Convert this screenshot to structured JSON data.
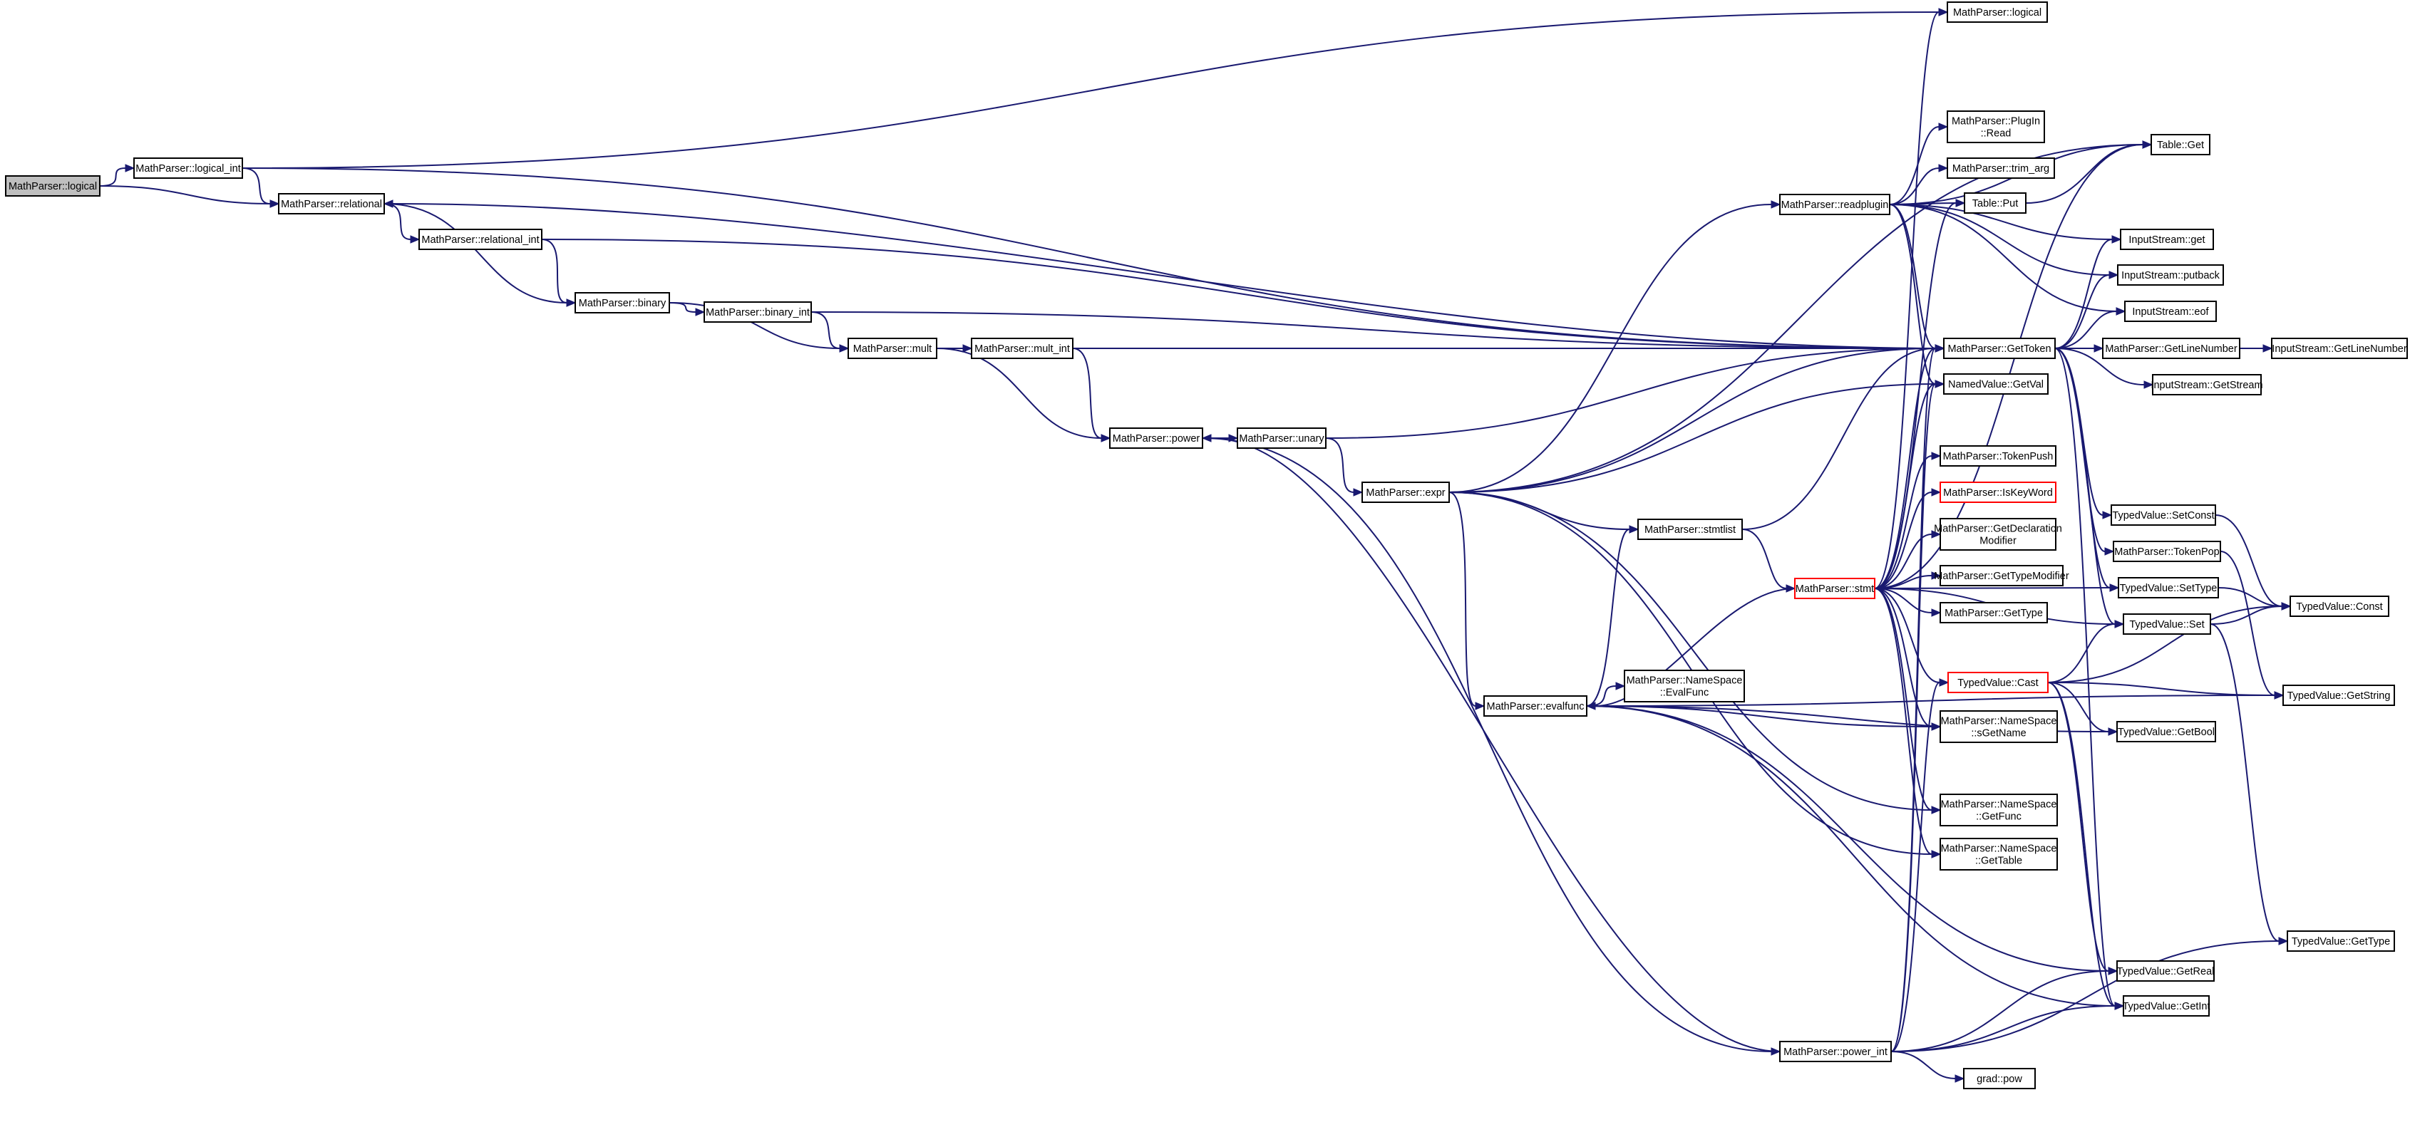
{
  "graph": {
    "nodes": [
      {
        "id": "logical_root",
        "lines": [
          "MathParser::logical"
        ],
        "kind": "root"
      },
      {
        "id": "logical_int",
        "lines": [
          "MathParser::logical_int"
        ]
      },
      {
        "id": "logical_top",
        "lines": [
          "MathParser::logical"
        ]
      },
      {
        "id": "relational",
        "lines": [
          "MathParser::relational"
        ]
      },
      {
        "id": "relational_int",
        "lines": [
          "MathParser::relational_int"
        ]
      },
      {
        "id": "binary",
        "lines": [
          "MathParser::binary"
        ]
      },
      {
        "id": "binary_int",
        "lines": [
          "MathParser::binary_int"
        ]
      },
      {
        "id": "mult",
        "lines": [
          "MathParser::mult"
        ]
      },
      {
        "id": "mult_int",
        "lines": [
          "MathParser::mult_int"
        ]
      },
      {
        "id": "power",
        "lines": [
          "MathParser::power"
        ]
      },
      {
        "id": "unary",
        "lines": [
          "MathParser::unary"
        ]
      },
      {
        "id": "expr",
        "lines": [
          "MathParser::expr"
        ]
      },
      {
        "id": "stmtlist",
        "lines": [
          "MathParser::stmtlist"
        ]
      },
      {
        "id": "evalfunc",
        "lines": [
          "MathParser::evalfunc"
        ]
      },
      {
        "id": "ns_evalfunc",
        "lines": [
          "MathParser::NameSpace",
          "::EvalFunc"
        ]
      },
      {
        "id": "readplugin",
        "lines": [
          "MathParser::readplugin"
        ]
      },
      {
        "id": "stmt",
        "lines": [
          "MathParser::stmt"
        ],
        "kind": "trunc"
      },
      {
        "id": "power_int",
        "lines": [
          "MathParser::power_int"
        ]
      },
      {
        "id": "plugin_read",
        "lines": [
          "MathParser::PlugIn",
          "::Read"
        ]
      },
      {
        "id": "trim_arg",
        "lines": [
          "MathParser::trim_arg"
        ]
      },
      {
        "id": "table_put",
        "lines": [
          "Table::Put"
        ]
      },
      {
        "id": "table_get",
        "lines": [
          "Table::Get"
        ]
      },
      {
        "id": "gettoken",
        "lines": [
          "MathParser::GetToken"
        ]
      },
      {
        "id": "namedvalue_getval",
        "lines": [
          "NamedValue::GetVal"
        ]
      },
      {
        "id": "tokenpush",
        "lines": [
          "MathParser::TokenPush"
        ]
      },
      {
        "id": "iskeyword",
        "lines": [
          "MathParser::IsKeyWord"
        ],
        "kind": "trunc"
      },
      {
        "id": "getdeclmod",
        "lines": [
          "MathParser::GetDeclaration",
          "Modifier"
        ]
      },
      {
        "id": "gettypemod",
        "lines": [
          "MathParser::GetTypeModifier"
        ]
      },
      {
        "id": "gettype_mp",
        "lines": [
          "MathParser::GetType"
        ]
      },
      {
        "id": "tv_cast",
        "lines": [
          "TypedValue::Cast"
        ],
        "kind": "trunc"
      },
      {
        "id": "ns_isgetname",
        "lines": [
          "MathParser::NameSpace",
          "::sGetName"
        ]
      },
      {
        "id": "ns_getfunc",
        "lines": [
          "MathParser::NameSpace",
          "::GetFunc"
        ]
      },
      {
        "id": "ns_gettable",
        "lines": [
          "MathParser::NameSpace",
          "::GetTable"
        ]
      },
      {
        "id": "grad_pow",
        "lines": [
          "grad::pow"
        ]
      },
      {
        "id": "is_get",
        "lines": [
          "InputStream::get"
        ]
      },
      {
        "id": "is_putback",
        "lines": [
          "InputStream::putback"
        ]
      },
      {
        "id": "is_eof",
        "lines": [
          "InputStream::eof"
        ]
      },
      {
        "id": "getlinenumber",
        "lines": [
          "MathParser::GetLineNumber"
        ]
      },
      {
        "id": "is_getlinenumber",
        "lines": [
          "InputStream::GetLineNumber"
        ]
      },
      {
        "id": "is_getstream",
        "lines": [
          "InputStream::GetStream"
        ]
      },
      {
        "id": "tv_setconst",
        "lines": [
          "TypedValue::SetConst"
        ]
      },
      {
        "id": "tokenpop",
        "lines": [
          "MathParser::TokenPop"
        ]
      },
      {
        "id": "tv_settype",
        "lines": [
          "TypedValue::SetType"
        ]
      },
      {
        "id": "tv_set",
        "lines": [
          "TypedValue::Set"
        ]
      },
      {
        "id": "tv_const",
        "lines": [
          "TypedValue::Const"
        ]
      },
      {
        "id": "tv_getstring",
        "lines": [
          "TypedValue::GetString"
        ]
      },
      {
        "id": "tv_getbool",
        "lines": [
          "TypedValue::GetBool"
        ]
      },
      {
        "id": "tv_getreal",
        "lines": [
          "TypedValue::GetReal"
        ]
      },
      {
        "id": "tv_getint",
        "lines": [
          "TypedValue::GetInt"
        ]
      },
      {
        "id": "tv_gettype",
        "lines": [
          "TypedValue::GetType"
        ]
      }
    ],
    "edges": [
      [
        "logical_root",
        "logical_int"
      ],
      [
        "logical_root",
        "relational"
      ],
      [
        "logical_int",
        "logical_top"
      ],
      [
        "logical_int",
        "relational"
      ],
      [
        "logical_int",
        "gettoken"
      ],
      [
        "relational",
        "relational_int"
      ],
      [
        "relational",
        "binary"
      ],
      [
        "relational_int",
        "binary"
      ],
      [
        "relational_int",
        "gettoken"
      ],
      [
        "binary",
        "binary_int"
      ],
      [
        "binary",
        "mult"
      ],
      [
        "binary_int",
        "mult"
      ],
      [
        "binary_int",
        "gettoken"
      ],
      [
        "mult",
        "mult_int"
      ],
      [
        "mult",
        "power"
      ],
      [
        "mult_int",
        "power"
      ],
      [
        "mult_int",
        "gettoken"
      ],
      [
        "power",
        "unary"
      ],
      [
        "power",
        "power_int"
      ],
      [
        "unary",
        "expr"
      ],
      [
        "unary",
        "gettoken"
      ],
      [
        "expr",
        "readplugin"
      ],
      [
        "expr",
        "stmtlist"
      ],
      [
        "expr",
        "evalfunc"
      ],
      [
        "expr",
        "gettoken"
      ],
      [
        "expr",
        "namedvalue_getval"
      ],
      [
        "expr",
        "table_get"
      ],
      [
        "expr",
        "ns_getfunc"
      ],
      [
        "expr",
        "ns_gettable"
      ],
      [
        "stmtlist",
        "stmt"
      ],
      [
        "stmtlist",
        "gettoken"
      ],
      [
        "evalfunc",
        "stmtlist"
      ],
      [
        "evalfunc",
        "ns_evalfunc"
      ],
      [
        "evalfunc",
        "ns_isgetname"
      ],
      [
        "evalfunc",
        "tv_getstring"
      ],
      [
        "evalfunc",
        "tv_getbool"
      ],
      [
        "evalfunc",
        "tv_getreal"
      ],
      [
        "evalfunc",
        "tv_getint"
      ],
      [
        "readplugin",
        "plugin_read"
      ],
      [
        "readplugin",
        "trim_arg"
      ],
      [
        "readplugin",
        "table_put"
      ],
      [
        "readplugin",
        "table_get"
      ],
      [
        "readplugin",
        "is_get"
      ],
      [
        "readplugin",
        "is_putback"
      ],
      [
        "readplugin",
        "is_eof"
      ],
      [
        "readplugin",
        "gettoken"
      ],
      [
        "readplugin",
        "namedvalue_getval"
      ],
      [
        "stmt",
        "evalfunc"
      ],
      [
        "stmt",
        "tokenpush"
      ],
      [
        "stmt",
        "iskeyword"
      ],
      [
        "stmt",
        "getdeclmod"
      ],
      [
        "stmt",
        "gettypemod"
      ],
      [
        "stmt",
        "gettype_mp"
      ],
      [
        "stmt",
        "tv_cast"
      ],
      [
        "stmt",
        "ns_isgetname"
      ],
      [
        "stmt",
        "ns_getfunc"
      ],
      [
        "stmt",
        "ns_gettable"
      ],
      [
        "stmt",
        "gettoken"
      ],
      [
        "stmt",
        "namedvalue_getval"
      ],
      [
        "stmt",
        "table_put"
      ],
      [
        "stmt",
        "tv_set"
      ],
      [
        "stmt",
        "tv_settype"
      ],
      [
        "stmt",
        "logical_top"
      ],
      [
        "stmt",
        "table_get"
      ],
      [
        "power_int",
        "power"
      ],
      [
        "power_int",
        "grad_pow"
      ],
      [
        "power_int",
        "tv_getreal"
      ],
      [
        "power_int",
        "tv_getint"
      ],
      [
        "power_int",
        "tv_gettype"
      ],
      [
        "power_int",
        "tv_cast"
      ],
      [
        "power_int",
        "namedvalue_getval"
      ],
      [
        "power_int",
        "gettoken"
      ],
      [
        "table_put",
        "table_get"
      ],
      [
        "gettoken",
        "is_get"
      ],
      [
        "gettoken",
        "is_putback"
      ],
      [
        "gettoken",
        "is_eof"
      ],
      [
        "gettoken",
        "getlinenumber"
      ],
      [
        "gettoken",
        "is_getstream"
      ],
      [
        "gettoken",
        "tv_setconst"
      ],
      [
        "gettoken",
        "tokenpop"
      ],
      [
        "gettoken",
        "tv_settype"
      ],
      [
        "gettoken",
        "tv_set"
      ],
      [
        "gettoken",
        "tv_getint"
      ],
      [
        "gettoken",
        "relational"
      ],
      [
        "getlinenumber",
        "is_getlinenumber"
      ],
      [
        "tv_cast",
        "tv_set"
      ],
      [
        "tv_cast",
        "tv_const"
      ],
      [
        "tv_cast",
        "tv_getstring"
      ],
      [
        "tv_cast",
        "tv_getbool"
      ],
      [
        "tv_cast",
        "tv_getreal"
      ],
      [
        "tv_cast",
        "tv_getint"
      ],
      [
        "tv_setconst",
        "tv_const"
      ],
      [
        "tv_settype",
        "tv_const"
      ],
      [
        "tv_set",
        "tv_const"
      ],
      [
        "tv_set",
        "tv_gettype"
      ],
      [
        "tokenpop",
        "tv_getstring"
      ]
    ]
  }
}
